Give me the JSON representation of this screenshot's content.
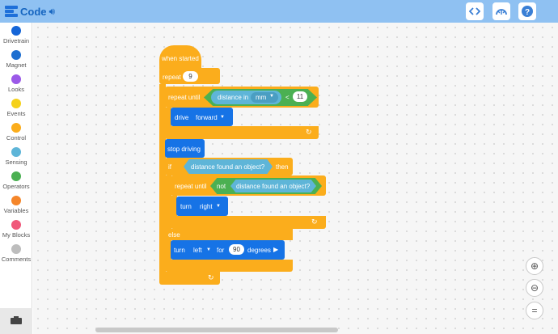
{
  "header": {
    "code_label": "Code",
    "buttons": [
      "code-view-icon",
      "dashboard-icon",
      "help-icon"
    ]
  },
  "sidebar": {
    "categories": [
      {
        "label": "Drivetrain",
        "color": "#1565d8"
      },
      {
        "label": "Magnet",
        "color": "#1e6fd0"
      },
      {
        "label": "Looks",
        "color": "#9b59e8"
      },
      {
        "label": "Events",
        "color": "#f5d11a"
      },
      {
        "label": "Control",
        "color": "#fbad1c"
      },
      {
        "label": "Sensing",
        "color": "#5eb5d8"
      },
      {
        "label": "Operators",
        "color": "#4bb052"
      },
      {
        "label": "Variables",
        "color": "#f5862a"
      },
      {
        "label": "My Blocks",
        "color": "#f0587a"
      },
      {
        "label": "Comments",
        "color": "#bdbdbd"
      }
    ]
  },
  "script": {
    "hat": "when started",
    "repeat": {
      "label": "repeat",
      "count": "9"
    },
    "repeat_until_1": {
      "label": "repeat until",
      "sensor": "distance in",
      "unit": "mm",
      "op": "<",
      "value": "11"
    },
    "drive": {
      "label": "drive",
      "direction": "forward"
    },
    "stop": "stop driving",
    "if": {
      "label": "if",
      "condition": "distance found an object?",
      "then": "then"
    },
    "repeat_until_2": {
      "label": "repeat until",
      "not": "not",
      "condition": "distance found an object?"
    },
    "turn_right": {
      "label": "turn",
      "direction": "right"
    },
    "else": "else",
    "turn_left": {
      "label": "turn",
      "direction": "left",
      "for": "for",
      "degrees_value": "90",
      "degrees": "degrees"
    }
  }
}
